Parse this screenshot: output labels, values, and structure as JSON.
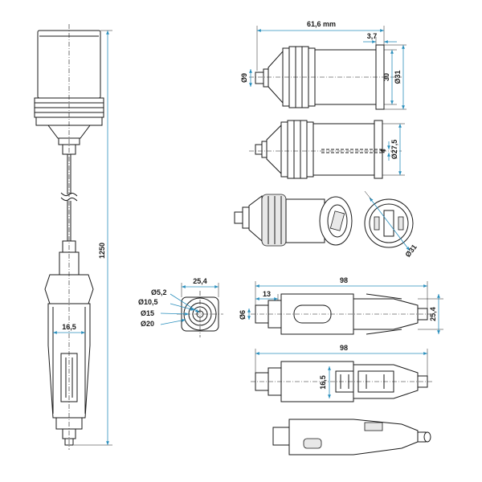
{
  "labels": {
    "cable_length": "1250",
    "plug_width_left": "16,5",
    "socket_length": "61,6 mm",
    "flange_thickness": "3,7",
    "tip_dia": "Ø9",
    "body_height": "30",
    "body_dia": "Ø31",
    "hole_offset": "4",
    "inner_dia": "Ø27,5",
    "front_dia": "Ø31",
    "d5_2": "Ø5,2",
    "d10_5": "Ø10,5",
    "d15": "Ø15",
    "d20": "Ø20",
    "end_width": "25,4",
    "plug_length_top": "98",
    "tip_offset": "13",
    "tip_pin_dia": "Ø6",
    "plug_height": "25,4",
    "plug_length_bottom": "98",
    "plug_width_mid": "16,5"
  }
}
